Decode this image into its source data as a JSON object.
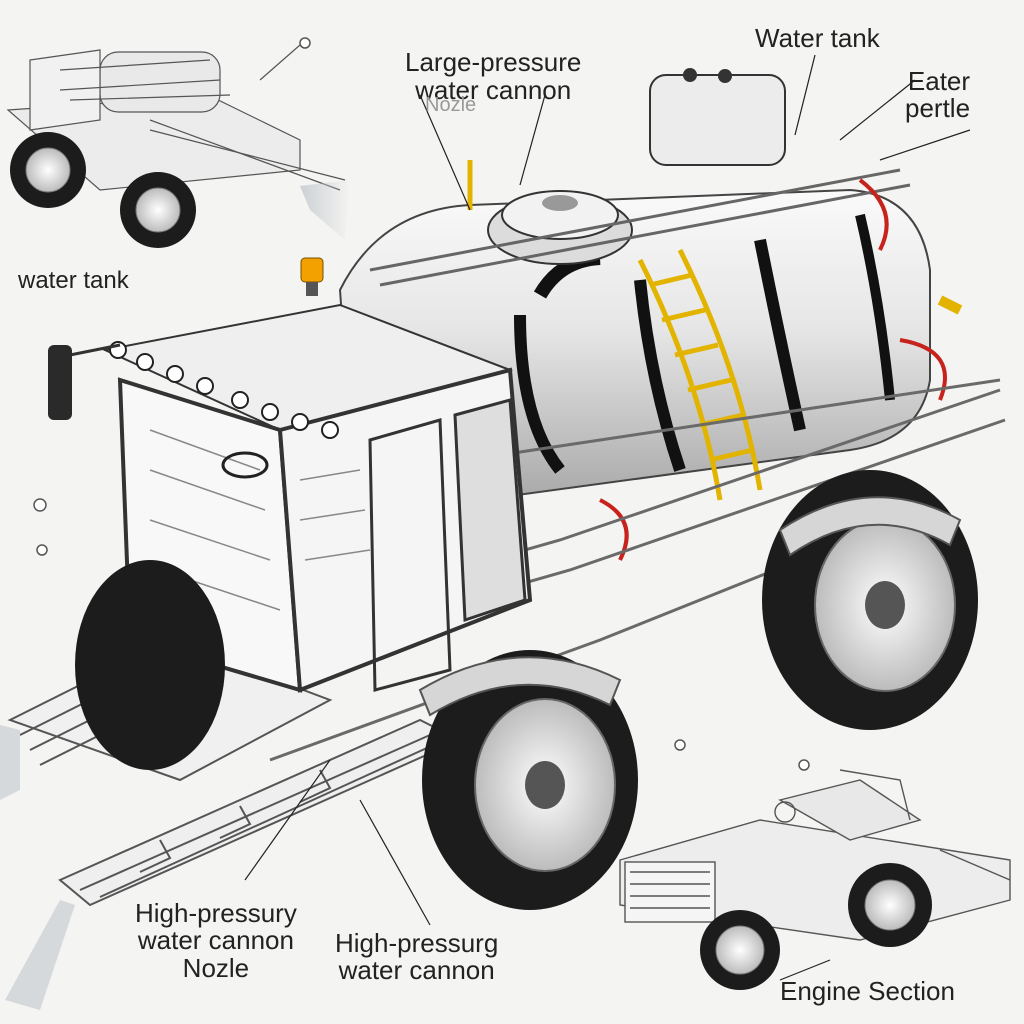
{
  "labels": {
    "large_pressure_cannon": "Large-pressure\nwater cannon",
    "nozzle_faint": "Nozle",
    "water_tank_top": "Water tank",
    "eater_pertle": "Eater\npertle",
    "water_tank_left": "water tank",
    "high_pressure_nozzle": "High-pressury\nwater cannon\nNozle",
    "high_pressure_cannon": "High-pressurg\nwater cannon",
    "engine_section": "Engine Section"
  },
  "colors": {
    "tank_body": "#e6e6e6",
    "tank_shade": "#bdbdbd",
    "bands": "#111111",
    "ladder": "#e2b400",
    "tire": "#1c1c1c",
    "hub": "#e9e9e9",
    "frame": "#6a6a6a",
    "beacon": "#f2a100",
    "hose_red": "#c8221c",
    "spray": "#bfc4c8"
  },
  "icons": [
    "beacon-light-icon",
    "mirror-icon",
    "steering-wheel-icon",
    "ladder-icon"
  ]
}
